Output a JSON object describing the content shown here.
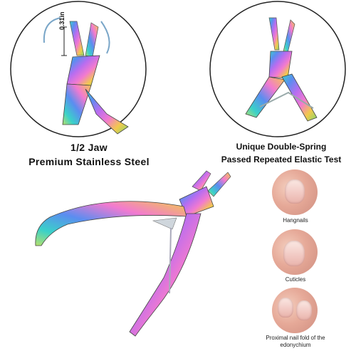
{
  "features": {
    "jaw": {
      "measurement": "0.31in",
      "line1": "1/2 Jaw",
      "line2": "Premium Stainless Steel"
    },
    "spring": {
      "line1": "Unique Double-Spring",
      "line2": "Passed Repeated Elastic Test"
    }
  },
  "nail_types": [
    {
      "label": "Hangnails"
    },
    {
      "label": "Cuticles"
    },
    {
      "label": "Proximal nail fold of the edonychium"
    }
  ],
  "colors": {
    "rainbow": [
      "#3ad1c9",
      "#5b8df0",
      "#b86df0",
      "#f27ad0",
      "#f2c94c",
      "#7fd86b"
    ]
  }
}
